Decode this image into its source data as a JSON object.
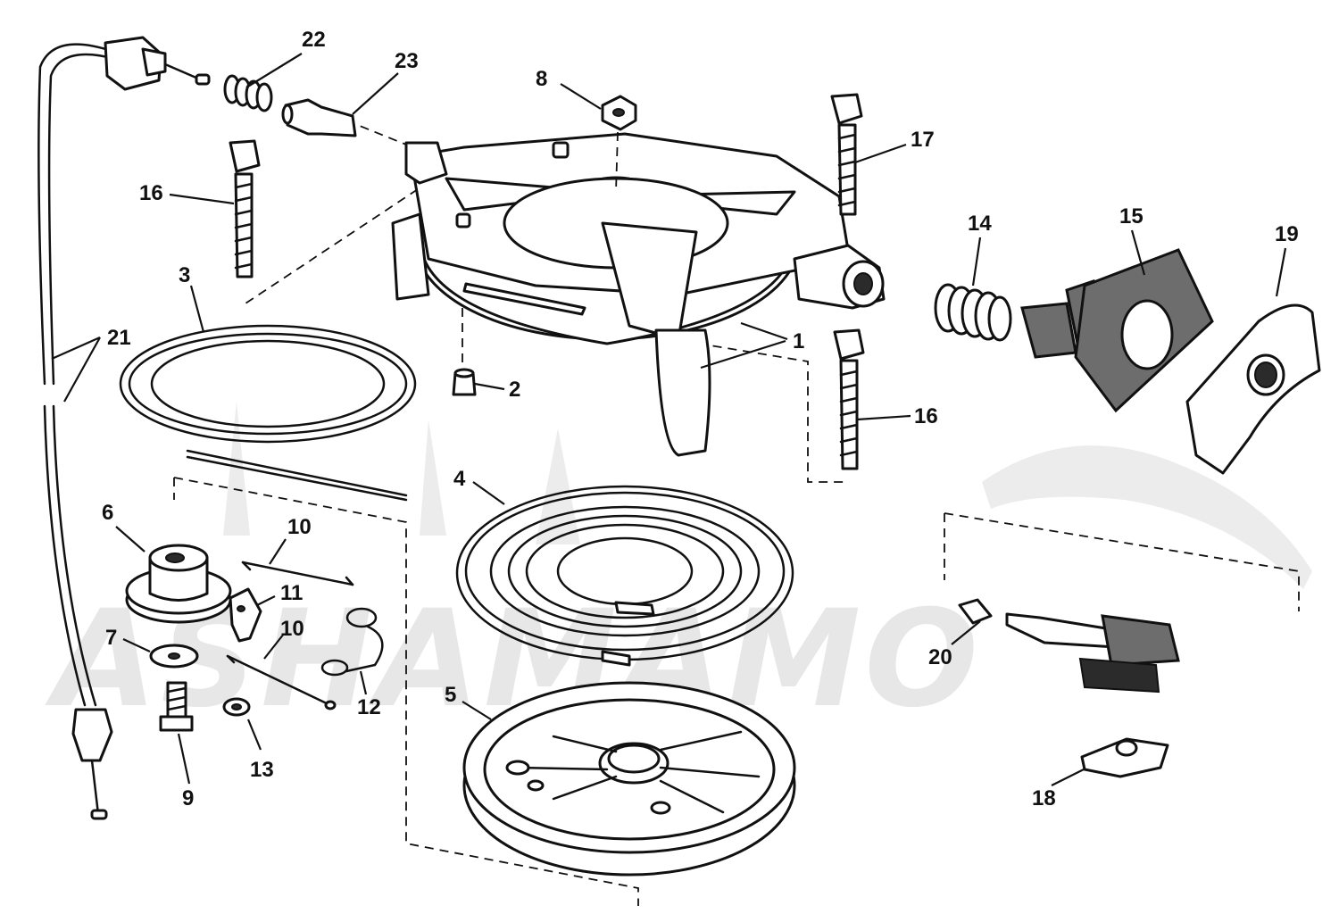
{
  "watermark": {
    "text": "ASHAMAMO"
  },
  "callouts": [
    {
      "id": "c1",
      "label": "1"
    },
    {
      "id": "c2",
      "label": "2"
    },
    {
      "id": "c3",
      "label": "3"
    },
    {
      "id": "c4",
      "label": "4"
    },
    {
      "id": "c5",
      "label": "5"
    },
    {
      "id": "c6",
      "label": "6"
    },
    {
      "id": "c7",
      "label": "7"
    },
    {
      "id": "c8",
      "label": "8"
    },
    {
      "id": "c9",
      "label": "9"
    },
    {
      "id": "c10a",
      "label": "10"
    },
    {
      "id": "c10b",
      "label": "10"
    },
    {
      "id": "c11",
      "label": "11"
    },
    {
      "id": "c12",
      "label": "12"
    },
    {
      "id": "c13",
      "label": "13"
    },
    {
      "id": "c14",
      "label": "14"
    },
    {
      "id": "c15",
      "label": "15"
    },
    {
      "id": "c16a",
      "label": "16"
    },
    {
      "id": "c16b",
      "label": "16"
    },
    {
      "id": "c17",
      "label": "17"
    },
    {
      "id": "c18",
      "label": "18"
    },
    {
      "id": "c19",
      "label": "19"
    },
    {
      "id": "c20",
      "label": "20"
    },
    {
      "id": "c21",
      "label": "21"
    },
    {
      "id": "c22",
      "label": "22"
    },
    {
      "id": "c23",
      "label": "23"
    }
  ]
}
